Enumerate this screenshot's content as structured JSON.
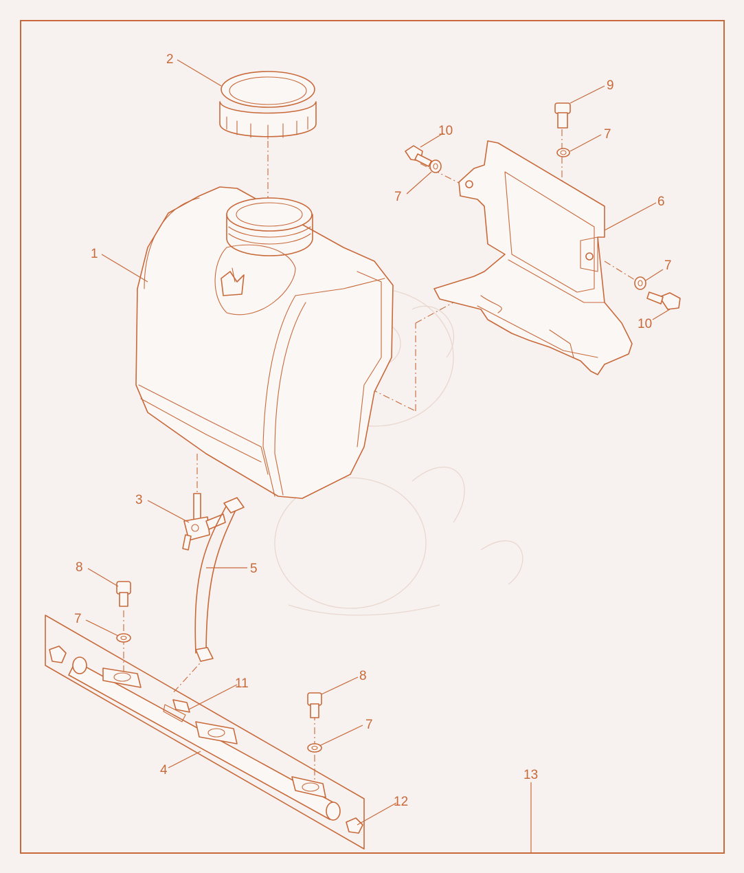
{
  "colors": {
    "line": "#c8693a",
    "background": "#f7f2ef",
    "watermark": "#e9d7cf"
  },
  "callouts": {
    "c1": "1",
    "c2": "2",
    "c3": "3",
    "c4": "4",
    "c5": "5",
    "c6": "6",
    "c7a": "7",
    "c7b": "7",
    "c7c": "7",
    "c7d": "7",
    "c7e": "7",
    "c8a": "8",
    "c8b": "8",
    "c9": "9",
    "c10a": "10",
    "c10b": "10",
    "c11": "11",
    "c12": "12",
    "c13": "13"
  }
}
